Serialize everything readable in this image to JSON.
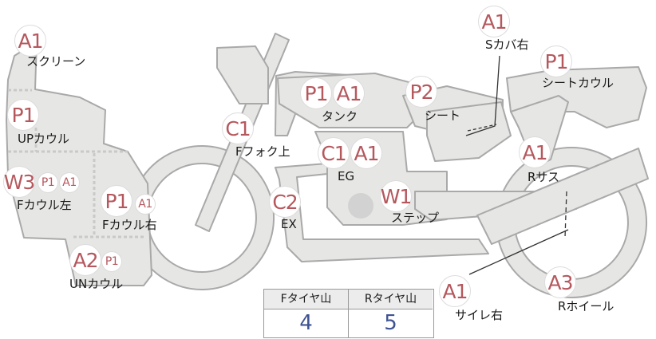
{
  "parts": [
    {
      "id": "screen",
      "label": "スクリーン",
      "ranks": [
        "A1"
      ]
    },
    {
      "id": "up-cowl",
      "label": "UPカウル",
      "ranks": [
        "P1"
      ]
    },
    {
      "id": "f-cowl-left",
      "label": "Fカウル左",
      "ranks": [
        "W3",
        "P1",
        "A1"
      ]
    },
    {
      "id": "f-cowl-right",
      "label": "Fカウル右",
      "ranks": [
        "P1",
        "A1"
      ]
    },
    {
      "id": "un-cowl",
      "label": "UNカウル",
      "ranks": [
        "A2",
        "P1"
      ]
    },
    {
      "id": "f-fork-upper",
      "label": "Fフォク上",
      "ranks": [
        "C1"
      ]
    },
    {
      "id": "tank",
      "label": "タンク",
      "ranks": [
        "P1",
        "A1"
      ]
    },
    {
      "id": "engine",
      "label": "EG",
      "ranks": [
        "C1",
        "A1"
      ]
    },
    {
      "id": "exhaust",
      "label": "EX",
      "ranks": [
        "C2"
      ]
    },
    {
      "id": "step",
      "label": "ステップ",
      "ranks": [
        "W1"
      ]
    },
    {
      "id": "seat",
      "label": "シート",
      "ranks": [
        "P2"
      ]
    },
    {
      "id": "s-cover-right",
      "label": "Sカバ右",
      "ranks": [
        "A1"
      ]
    },
    {
      "id": "seat-cowl",
      "label": "シートカウル",
      "ranks": [
        "P1"
      ]
    },
    {
      "id": "r-suspension",
      "label": "Rサス",
      "ranks": [
        "A1"
      ]
    },
    {
      "id": "silencer-right",
      "label": "サイレ右",
      "ranks": [
        "A1"
      ]
    },
    {
      "id": "r-wheel",
      "label": "Rホイール",
      "ranks": [
        "A3"
      ]
    }
  ],
  "tire_tread": {
    "front_label": "Fタイヤ山",
    "front_value": "4",
    "rear_label": "Rタイヤ山",
    "rear_value": "5"
  },
  "colors": {
    "rank_text": "#b5585e",
    "value_text": "#3e5393",
    "body_fill": "#e6e6e4",
    "body_stroke": "#a9a9a9"
  }
}
